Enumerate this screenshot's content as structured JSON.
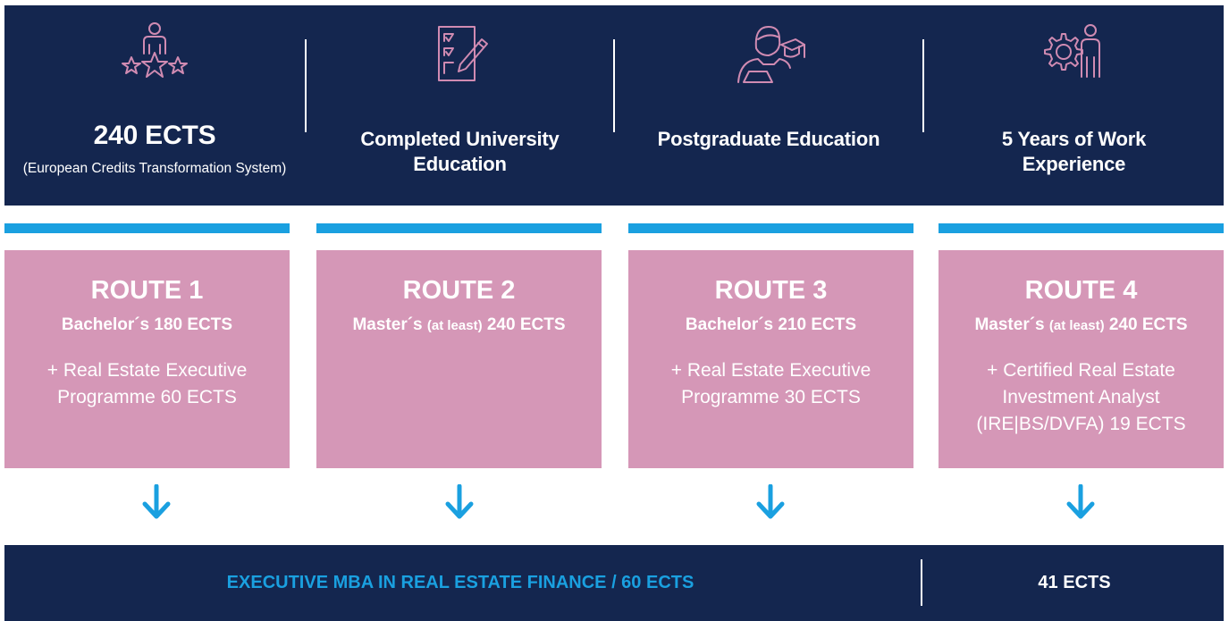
{
  "colors": {
    "navy": "#14264f",
    "pink": "#d597b7",
    "blue": "#1aa0e0",
    "icon_pink": "#d08bb2"
  },
  "requirements": [
    {
      "icon": "person-with-stars-icon",
      "title": "240 ECTS",
      "subtitle": "(European Credits Transformation System)"
    },
    {
      "icon": "checklist-pencil-icon",
      "title": "Completed University Education",
      "subtitle": ""
    },
    {
      "icon": "graduate-cap-icon",
      "title": "Postgraduate Education",
      "subtitle": ""
    },
    {
      "icon": "gear-person-icon",
      "title": "5 Years of Work Experience",
      "subtitle": ""
    }
  ],
  "routes": [
    {
      "title": "ROUTE 1",
      "req_main": "Bachelor´s 180 ECTS",
      "req_small": "",
      "req_end": "",
      "extra": "+ Real Estate Executive Programme 60 ECTS"
    },
    {
      "title": "ROUTE 2",
      "req_main": "Master´s ",
      "req_small": "(at least)",
      "req_end": " 240 ECTS",
      "extra": ""
    },
    {
      "title": "ROUTE 3",
      "req_main": "Bachelor´s 210 ECTS",
      "req_small": "",
      "req_end": "",
      "extra": "+ Real Estate Executive Programme 30 ECTS"
    },
    {
      "title": "ROUTE 4",
      "req_main": "Master´s ",
      "req_small": "(at least)",
      "req_end": " 240 ECTS",
      "extra": "+ Certified Real Estate Investment Analyst (IRE|BS/DVFA) 19 ECTS"
    }
  ],
  "bottom": {
    "main": "EXECUTIVE MBA IN REAL ESTATE FINANCE / 60 ECTS",
    "right": "41 ECTS"
  }
}
